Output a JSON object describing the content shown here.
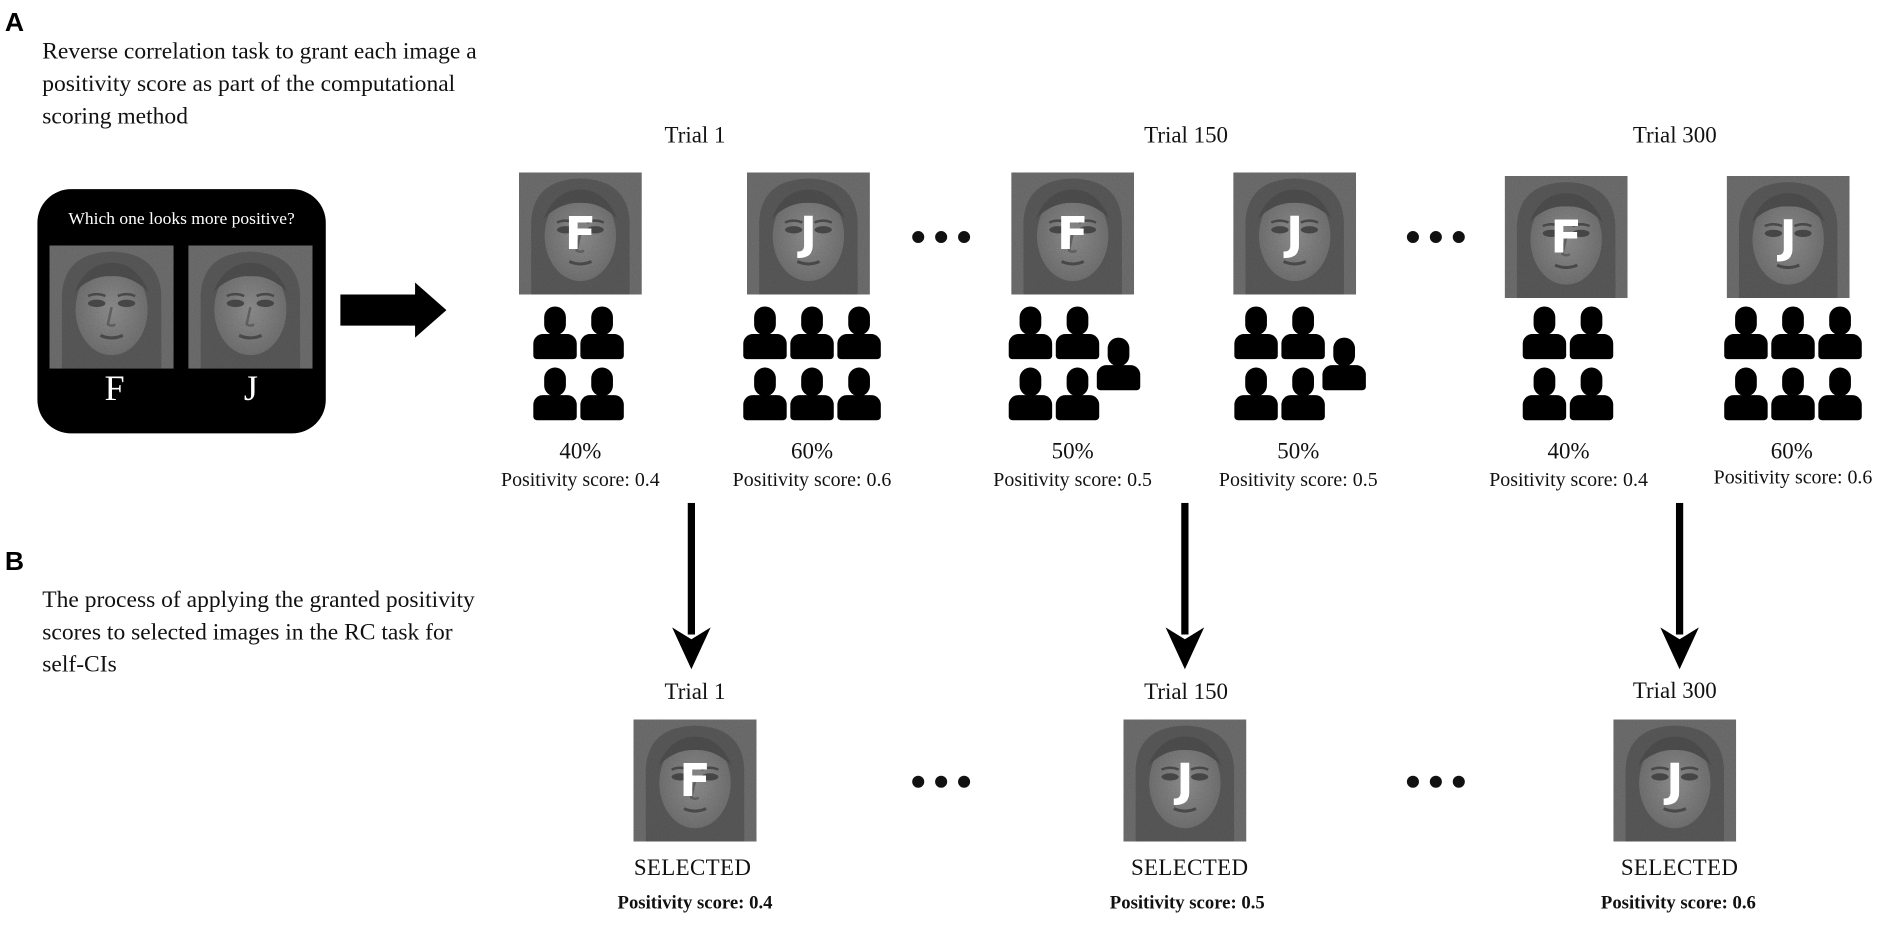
{
  "panel_a": {
    "letter": "A",
    "description": "Reverse correlation task to grant each image a positivity score as part of the computational scoring method"
  },
  "panel_b": {
    "letter": "B",
    "description": "The process of applying the granted positivity scores to selected images in the RC task for self-CIs"
  },
  "dialog": {
    "question": "Which one looks more positive?",
    "left_key": "F",
    "right_key": "J"
  },
  "trials_top": [
    {
      "label": "Trial 1",
      "stimuli": [
        {
          "key": "F",
          "people": 4,
          "percent": "40%",
          "score": "Positivity score: 0.4"
        },
        {
          "key": "J",
          "people": 6,
          "percent": "60%",
          "score": "Positivity score: 0.6"
        }
      ]
    },
    {
      "label": "Trial 150",
      "stimuli": [
        {
          "key": "F",
          "people": 5,
          "percent": "50%",
          "score": "Positivity score: 0.5"
        },
        {
          "key": "J",
          "people": 5,
          "percent": "50%",
          "score": "Positivity score: 0.5"
        }
      ]
    },
    {
      "label": "Trial 300",
      "stimuli": [
        {
          "key": "F",
          "people": 4,
          "percent": "40%",
          "score": "Positivity score: 0.4"
        },
        {
          "key": "J",
          "people": 6,
          "percent": "60%",
          "score": "Positivity score: 0.6"
        }
      ]
    }
  ],
  "trials_bottom": [
    {
      "label": "Trial 1",
      "key": "F",
      "status": "SELECTED",
      "score": "Positivity score: 0.4"
    },
    {
      "label": "Trial 150",
      "key": "J",
      "status": "SELECTED",
      "score": "Positivity score: 0.5"
    },
    {
      "label": "Trial 300",
      "key": "J",
      "status": "SELECTED",
      "score": "Positivity score: 0.6"
    }
  ],
  "icons": {
    "arrow": "arrow-right-icon",
    "person": "person-icon",
    "down_arrow": "arrow-down-icon",
    "ellipsis": "ellipsis-icon"
  }
}
